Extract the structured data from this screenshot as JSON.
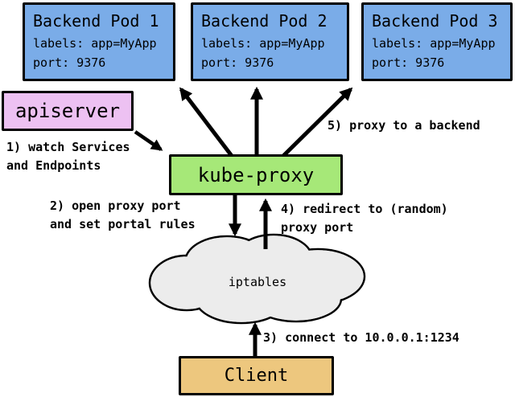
{
  "colors": {
    "pod_fill": "#7aace8",
    "apiserver_fill": "#edc1f2",
    "kubeproxy_fill": "#a6e878",
    "client_fill": "#edc77e",
    "cloud_fill": "#ececec",
    "line": "#000000",
    "text": "#000000"
  },
  "pods": [
    {
      "title": "Backend Pod 1",
      "labels": "labels: app=MyApp",
      "port": "port: 9376"
    },
    {
      "title": "Backend Pod 2",
      "labels": "labels: app=MyApp",
      "port": "port: 9376"
    },
    {
      "title": "Backend Pod 3",
      "labels": "labels: app=MyApp",
      "port": "port: 9376"
    }
  ],
  "apiserver": {
    "label": "apiserver"
  },
  "kube_proxy": {
    "label": "kube-proxy"
  },
  "iptables": {
    "label": "iptables"
  },
  "client": {
    "label": "Client"
  },
  "annotations": {
    "step1": "1) watch Services\nand Endpoints",
    "step2": "2) open proxy port\nand set portal rules",
    "step3": "3) connect to 10.0.0.1:1234",
    "step4": "4) redirect to (random)\nproxy port",
    "step5": "5) proxy to a backend"
  }
}
